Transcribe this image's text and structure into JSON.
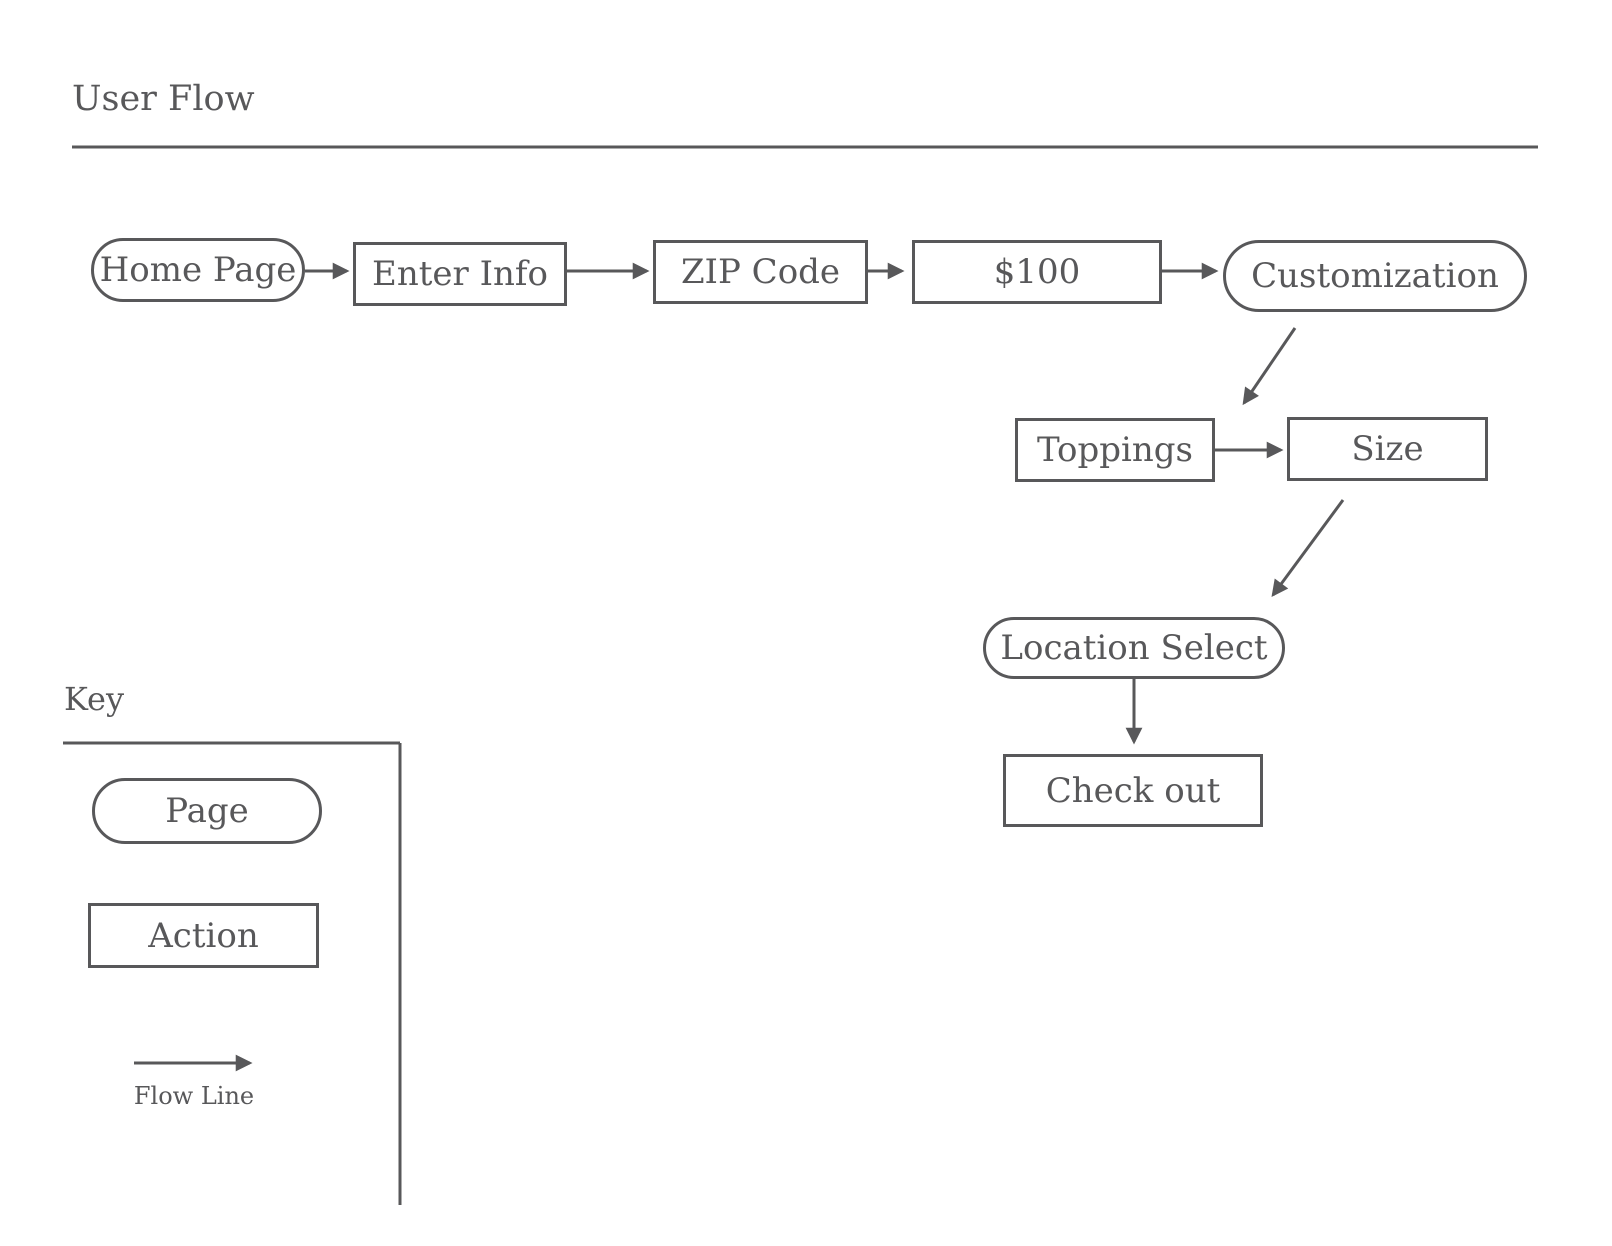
{
  "title": "User Flow",
  "colors": {
    "stroke": "#58585A",
    "text": "#58585A",
    "background": "#ffffff"
  },
  "flow": {
    "nodes": [
      {
        "id": "home-page",
        "label": "Home Page",
        "type": "page"
      },
      {
        "id": "enter-info",
        "label": "Enter Info",
        "type": "action"
      },
      {
        "id": "zip-code",
        "label": "ZIP Code",
        "type": "action"
      },
      {
        "id": "price",
        "label": "$100",
        "type": "action"
      },
      {
        "id": "customization",
        "label": "Customization",
        "type": "page"
      },
      {
        "id": "toppings",
        "label": "Toppings",
        "type": "action"
      },
      {
        "id": "size",
        "label": "Size",
        "type": "action"
      },
      {
        "id": "location-select",
        "label": "Location Select",
        "type": "page"
      },
      {
        "id": "check-out",
        "label": "Check out",
        "type": "action"
      }
    ],
    "edges": [
      {
        "from": "home-page",
        "to": "enter-info"
      },
      {
        "from": "enter-info",
        "to": "zip-code"
      },
      {
        "from": "zip-code",
        "to": "price"
      },
      {
        "from": "price",
        "to": "customization"
      },
      {
        "from": "customization",
        "to": "toppings"
      },
      {
        "from": "toppings",
        "to": "size"
      },
      {
        "from": "size",
        "to": "location-select"
      },
      {
        "from": "location-select",
        "to": "check-out"
      }
    ]
  },
  "key": {
    "heading": "Key",
    "items": [
      {
        "label": "Page",
        "shape": "pill"
      },
      {
        "label": "Action",
        "shape": "rect"
      },
      {
        "label": "Flow Line",
        "shape": "arrow"
      }
    ]
  }
}
